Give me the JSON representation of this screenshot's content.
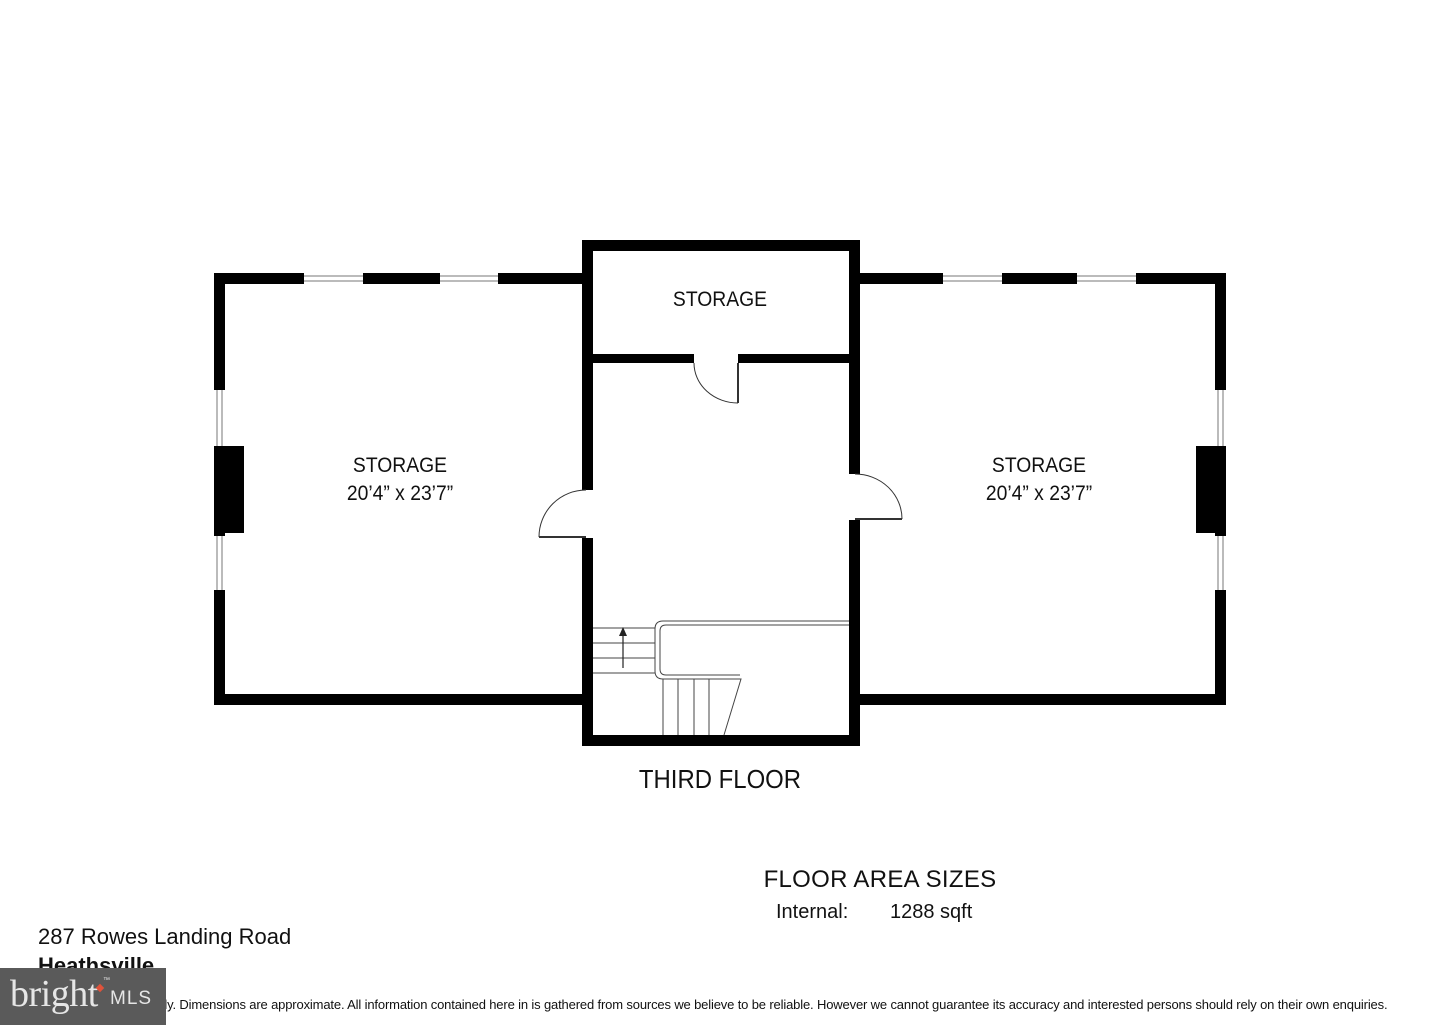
{
  "plan": {
    "floor_title": "THIRD FLOOR",
    "rooms": [
      {
        "name": "STORAGE",
        "dimensions": "20’4” x 23’7”",
        "position": "left"
      },
      {
        "name": "STORAGE",
        "dimensions": "",
        "position": "top-center"
      },
      {
        "name": "STORAGE",
        "dimensions": "20’4” x 23’7”",
        "position": "right"
      }
    ],
    "colors": {
      "wall": "#000000",
      "background": "#ffffff",
      "line": "#555555"
    }
  },
  "floor_area": {
    "title": "FLOOR AREA SIZES",
    "rows": [
      {
        "label": "Internal:",
        "value": "1288 sqft"
      }
    ]
  },
  "property": {
    "address": "287 Rowes Landing Road",
    "city": "Heathsville"
  },
  "disclaimer": "Illustrative only. Dimensions are approximate. All information contained here in is gathered from sources we believe to be reliable. However we cannot guarantee its accuracy and interested persons should rely on their own enquiries.",
  "logo": {
    "brand": "bright",
    "suffix": "MLS",
    "trademark": "™",
    "colors": {
      "background": "#5a5a5a",
      "text": "#e6e6e6",
      "accent": "#e0533b"
    }
  }
}
